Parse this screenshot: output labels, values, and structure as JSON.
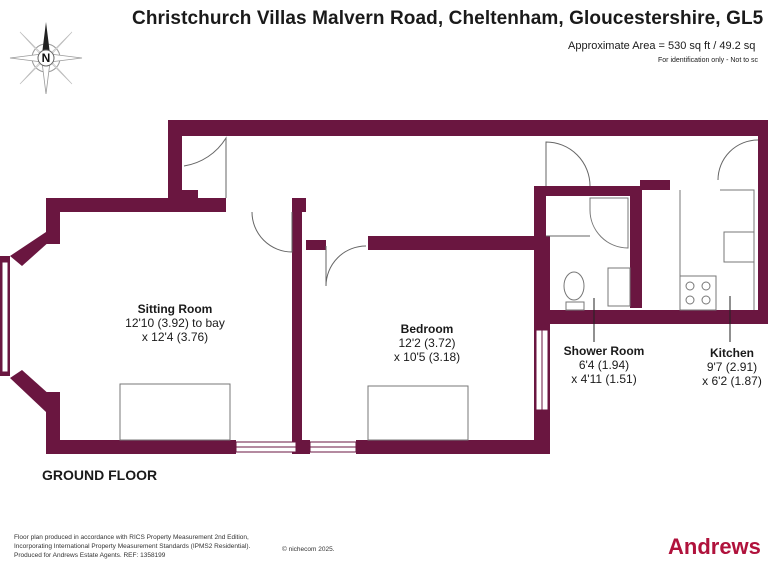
{
  "header": {
    "title": "Christchurch Villas Malvern Road, Cheltenham, Gloucestershire, GL5",
    "area": "Approximate Area = 530 sq ft / 49.2 sq",
    "identification": "For identification only - Not to sc"
  },
  "compass": {
    "letter": "N"
  },
  "plan": {
    "wall_color": "#6a1640",
    "floor_label": "GROUND FLOOR",
    "rooms": [
      {
        "name": "Sitting Room",
        "dims": [
          "12'10 (3.92) to bay",
          "x 12'4 (3.76)"
        ]
      },
      {
        "name": "Bedroom",
        "dims": [
          "12'2 (3.72)",
          "x 10'5 (3.18)"
        ]
      },
      {
        "name": "Shower Room",
        "dims": [
          "6'4 (1.94)",
          "x 4'11 (1.51)"
        ]
      },
      {
        "name": "Kitchen",
        "dims": [
          "9'7 (2.91)",
          "x 6'2 (1.87)"
        ]
      }
    ]
  },
  "footer": {
    "lines": [
      "Floor plan produced in accordance with RICS Property Measurement 2nd Edition,",
      "Incorporating International Property Measurement Standards (IPMS2 Residential).",
      "Produced for Andrews Estate Agents.   REF: 1358199"
    ],
    "copyright": "© nichecom 2025.",
    "brand": "Andrews",
    "brand_color": "#b0123c"
  }
}
